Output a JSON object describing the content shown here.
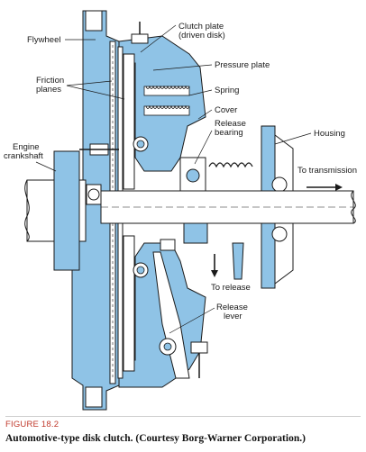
{
  "colors": {
    "housing_blue": "#8fc3e6",
    "line": "#1a1a1a",
    "fill_white": "#ffffff",
    "caption_accent": "#c0392b"
  },
  "labels": {
    "flywheel": "Flywheel",
    "clutch_plate_line1": "Clutch plate",
    "clutch_plate_line2": "(driven disk)",
    "pressure_plate": "Pressure plate",
    "friction_line1": "Friction",
    "friction_line2": "planes",
    "spring": "Spring",
    "cover": "Cover",
    "release_bearing_line1": "Release",
    "release_bearing_line2": "bearing",
    "housing": "Housing",
    "engine_line1": "Engine",
    "engine_line2": "crankshaft",
    "to_transmission": "To transmission",
    "to_release": "To release",
    "release_lever_line1": "Release",
    "release_lever_line2": "lever"
  },
  "caption": {
    "number": "FIGURE 18.2",
    "text": "Automotive-type disk clutch. (Courtesy Borg-Warner Corporation.)"
  }
}
